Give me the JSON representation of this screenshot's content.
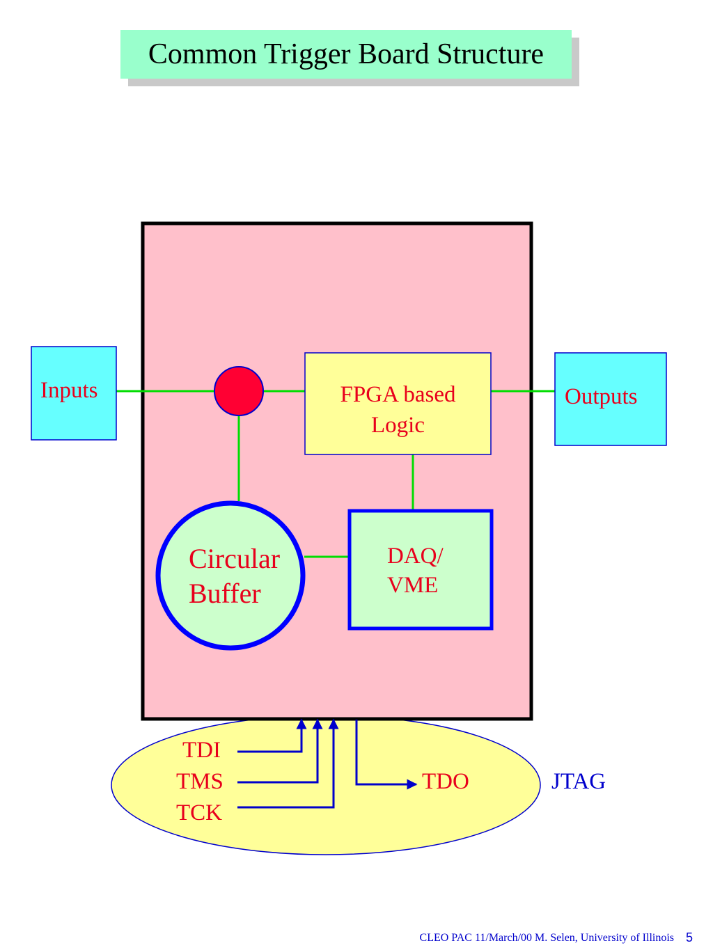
{
  "title": "Common Trigger Board Structure",
  "blocks": {
    "inputs": "Inputs",
    "outputs": "Outputs",
    "fpga_line1": "FPGA based",
    "fpga_line2": "Logic",
    "buffer_line1": "Circular",
    "buffer_line2": "Buffer",
    "daq_line1": "DAQ/",
    "daq_line2": "VME"
  },
  "jtag": {
    "label": "JTAG",
    "signals_in": [
      "TDI",
      "TMS",
      "TCK"
    ],
    "signal_out": "TDO"
  },
  "footer": {
    "text": "CLEO PAC  11/March/00  M. Selen, University of Illinois",
    "page": "5"
  },
  "colors": {
    "board": "#ffc0cb",
    "io_box": "#66ffff",
    "fpga_box": "#ffff99",
    "buffer_daq": "#ccffcc",
    "junction": "#ff0033",
    "bus_line": "#00dd00",
    "jtag_ellipse": "#ffff99",
    "label_red": "#e8001c",
    "label_blue": "#0000cc"
  }
}
